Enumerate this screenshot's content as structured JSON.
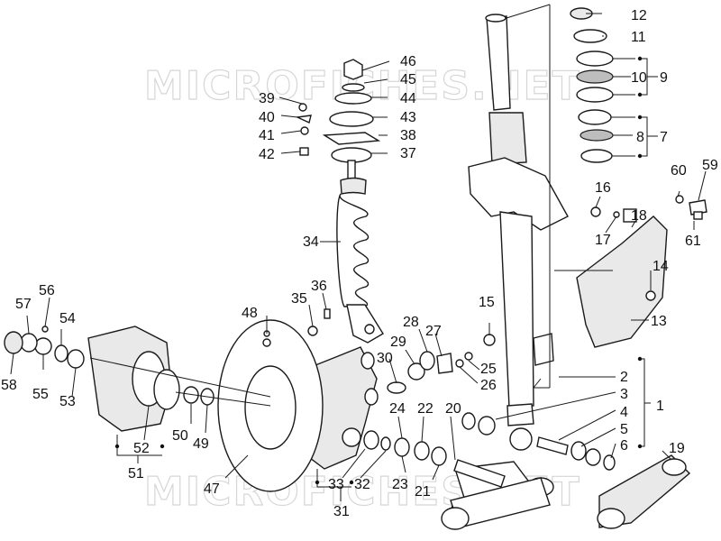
{
  "watermark": "MICROFICHES.NET",
  "callouts": [
    {
      "id": "1",
      "text": "1"
    },
    {
      "id": "2",
      "text": "2"
    },
    {
      "id": "3",
      "text": "3"
    },
    {
      "id": "4",
      "text": "4"
    },
    {
      "id": "5",
      "text": "5"
    },
    {
      "id": "6",
      "text": "6"
    },
    {
      "id": "7",
      "text": "7"
    },
    {
      "id": "8",
      "text": "8"
    },
    {
      "id": "9",
      "text": "9"
    },
    {
      "id": "10",
      "text": "10"
    },
    {
      "id": "11",
      "text": "11"
    },
    {
      "id": "12",
      "text": "12"
    },
    {
      "id": "13",
      "text": "13"
    },
    {
      "id": "14",
      "text": "14"
    },
    {
      "id": "15",
      "text": "15"
    },
    {
      "id": "16",
      "text": "16"
    },
    {
      "id": "17",
      "text": "17"
    },
    {
      "id": "18",
      "text": "18"
    },
    {
      "id": "19",
      "text": "19"
    },
    {
      "id": "20",
      "text": "20"
    },
    {
      "id": "21",
      "text": "21"
    },
    {
      "id": "22",
      "text": "22"
    },
    {
      "id": "23",
      "text": "23"
    },
    {
      "id": "24",
      "text": "24"
    },
    {
      "id": "25",
      "text": "25"
    },
    {
      "id": "26",
      "text": "26"
    },
    {
      "id": "27",
      "text": "27"
    },
    {
      "id": "28",
      "text": "28"
    },
    {
      "id": "29",
      "text": "29"
    },
    {
      "id": "30",
      "text": "30"
    },
    {
      "id": "31",
      "text": "31"
    },
    {
      "id": "32",
      "text": "32"
    },
    {
      "id": "33",
      "text": "33"
    },
    {
      "id": "34",
      "text": "34"
    },
    {
      "id": "35",
      "text": "35"
    },
    {
      "id": "36",
      "text": "36"
    },
    {
      "id": "37",
      "text": "37"
    },
    {
      "id": "38",
      "text": "38"
    },
    {
      "id": "39",
      "text": "39"
    },
    {
      "id": "40",
      "text": "40"
    },
    {
      "id": "41",
      "text": "41"
    },
    {
      "id": "42",
      "text": "42"
    },
    {
      "id": "43",
      "text": "43"
    },
    {
      "id": "44",
      "text": "44"
    },
    {
      "id": "45",
      "text": "45"
    },
    {
      "id": "46",
      "text": "46"
    },
    {
      "id": "47",
      "text": "47"
    },
    {
      "id": "48",
      "text": "48"
    },
    {
      "id": "49",
      "text": "49"
    },
    {
      "id": "50",
      "text": "50"
    },
    {
      "id": "51",
      "text": "51"
    },
    {
      "id": "52",
      "text": "52"
    },
    {
      "id": "53",
      "text": "53"
    },
    {
      "id": "54",
      "text": "54"
    },
    {
      "id": "55",
      "text": "55"
    },
    {
      "id": "56",
      "text": "56"
    },
    {
      "id": "57",
      "text": "57"
    },
    {
      "id": "58",
      "text": "58"
    },
    {
      "id": "59",
      "text": "59"
    },
    {
      "id": "60",
      "text": "60"
    },
    {
      "id": "61",
      "text": "61"
    }
  ]
}
